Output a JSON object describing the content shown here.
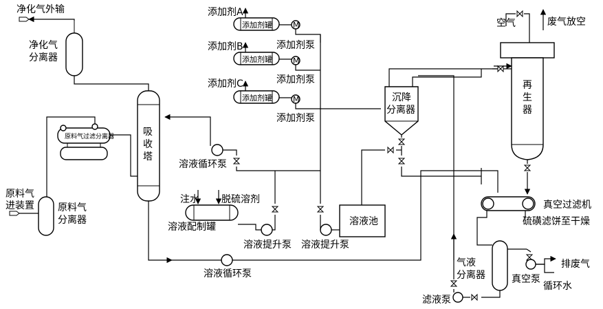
{
  "labels": {
    "purified_gas_export": "净化气外输",
    "purified_gas_separator": [
      "净化气",
      "分离器"
    ],
    "raw_gas_filter_separator": "原料气过滤分离器",
    "raw_gas_inlet": [
      "原料气",
      "进装置"
    ],
    "raw_gas_separator": [
      "原料气",
      "分离器"
    ],
    "absorber": [
      "吸",
      "收",
      "塔"
    ],
    "additive_a": "添加剂A",
    "additive_b": "添加剂B",
    "additive_c": "添加剂C",
    "additive_tank": "添加剂罐",
    "additive_pump": "添加剂泵",
    "solution_circ_pump": "溶液循环泵",
    "water_injection": "注水",
    "desulfurizer": "脱硫溶剂",
    "solution_prep_tank": "溶液配制罐",
    "solution_lift_pump": "溶液提升泵",
    "solution_pool": "溶液池",
    "settling_separator": [
      "沉降",
      "分离器"
    ],
    "air": "空气",
    "waste_gas_vent": "废气放空",
    "regenerator": [
      "再",
      "生",
      "器"
    ],
    "vacuum_filter": "真空过滤机",
    "sulfur_cake": "硫磺滤饼至干燥",
    "gas_liquid_separator": [
      "气液",
      "分离器"
    ],
    "vacuum_pump": "真空泵",
    "waste_gas": "排废气",
    "circulating_water": "循环水",
    "filtrate_pump": "滤液泵"
  }
}
